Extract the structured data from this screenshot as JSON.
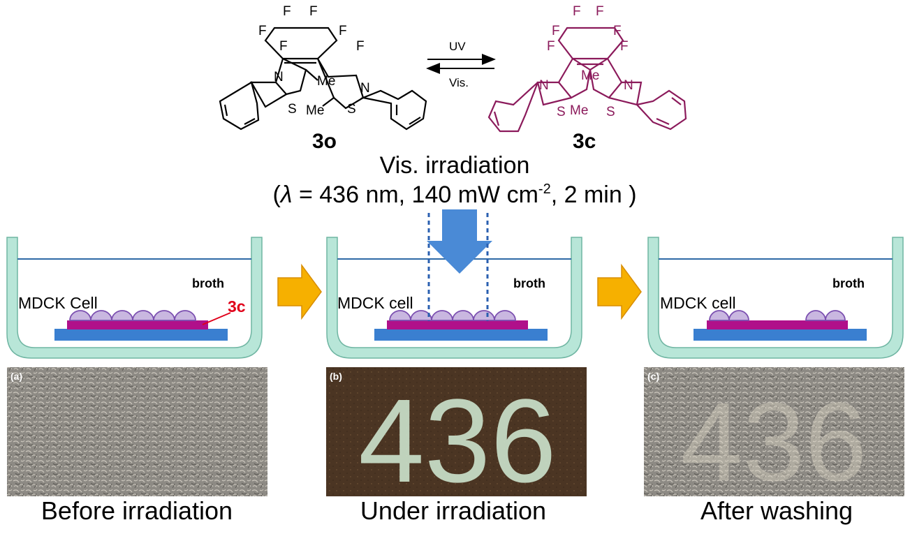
{
  "scheme": {
    "compound_open_label": "3o",
    "compound_closed_label": "3c",
    "arrow_forward_label": "UV",
    "arrow_backward_label": "Vis.",
    "fluorine": "F",
    "nitrogen": "N",
    "sulfur": "S",
    "methyl": "Me"
  },
  "irradiation": {
    "title": "Vis. irradiation",
    "condition_prefix": "(",
    "lambda_symbol": "λ",
    "condition_main": " = 436 nm, 140 mW cm",
    "superscript": "-2",
    "condition_suffix": ", 2 min )"
  },
  "panels": [
    {
      "cell_label": "MDCK Cell",
      "broth_label": "broth",
      "film_label": "3c",
      "micro_label": "(a)",
      "caption": "Before irradiation"
    },
    {
      "cell_label": "MDCK cell",
      "broth_label": "broth",
      "micro_label": "(b)",
      "micro_text": "436",
      "caption": "Under irradiation"
    },
    {
      "cell_label": "MDCK cell",
      "broth_label": "broth",
      "micro_label": "(c)",
      "micro_text": "436",
      "caption": "After washing"
    }
  ],
  "colors": {
    "closed_form": "#8b1a5b",
    "dish_fill": "#b8e6d8",
    "broth_line": "#2e6aa6",
    "substrate": "#3a7fd0",
    "film": "#b0108a",
    "cell": "#c9b7e0",
    "cell_edge": "#7b4fb0",
    "flow_arrow": "#f6b000",
    "light_arrow": "#4a8ad6",
    "film_callout": "#e0001a"
  }
}
